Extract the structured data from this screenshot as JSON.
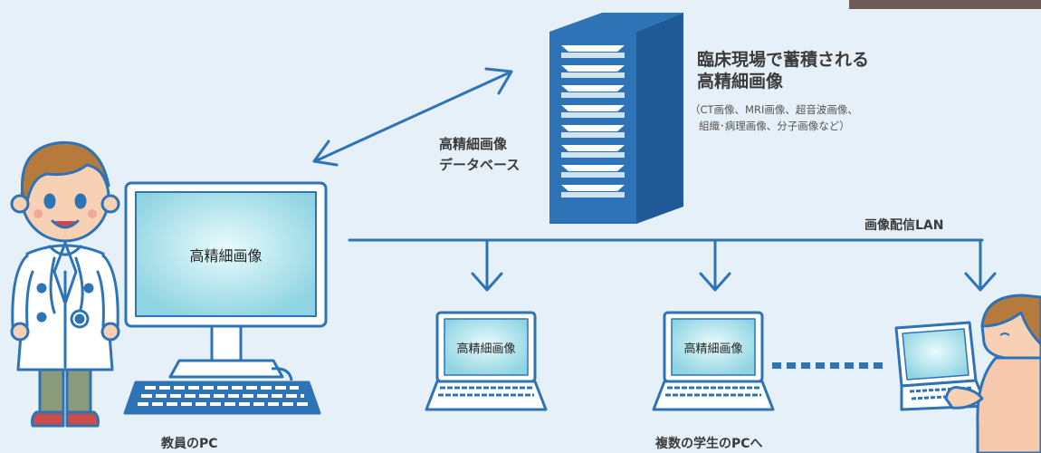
{
  "server": {
    "title_line1": "臨床現場で蓄積される",
    "title_line2": "高精細画像",
    "note_line1": "（CT画像、MRI画像、超音波画像、",
    "note_line2": "組織･病理画像、分子画像など）"
  },
  "database": {
    "line1": "高精細画像",
    "line2": "データベース"
  },
  "lan_label": "画像配信LAN",
  "teacher_monitor_text": "高精細画像",
  "student_laptop_text": "高精細画像",
  "teacher_pc_label": "教員のPC",
  "students_label": "複数の学生のPCへ",
  "colors": {
    "line": "#2e73b6",
    "bg": "#e5f0f8",
    "screen": "#aee0ea"
  }
}
